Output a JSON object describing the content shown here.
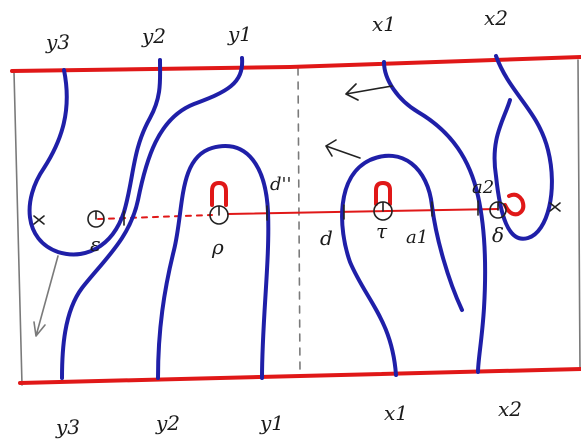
{
  "top_labels": {
    "y3": "y3",
    "y2": "y2",
    "y1": "y1",
    "x1": "x1",
    "x2": "x2"
  },
  "bottom_labels": {
    "y3": "y3",
    "y2": "y2",
    "y1": "y1",
    "x1": "x1",
    "x2": "x2"
  },
  "point_labels": {
    "epsilon": "ε",
    "rho": "ρ",
    "tau": "τ",
    "delta": "δ",
    "d": "d",
    "d_double_prime": "d''",
    "a1": "a1",
    "a2": "a2"
  },
  "colors": {
    "red": "#e01818",
    "blue": "#1f1fa8",
    "pencil": "#7a7a7a"
  }
}
